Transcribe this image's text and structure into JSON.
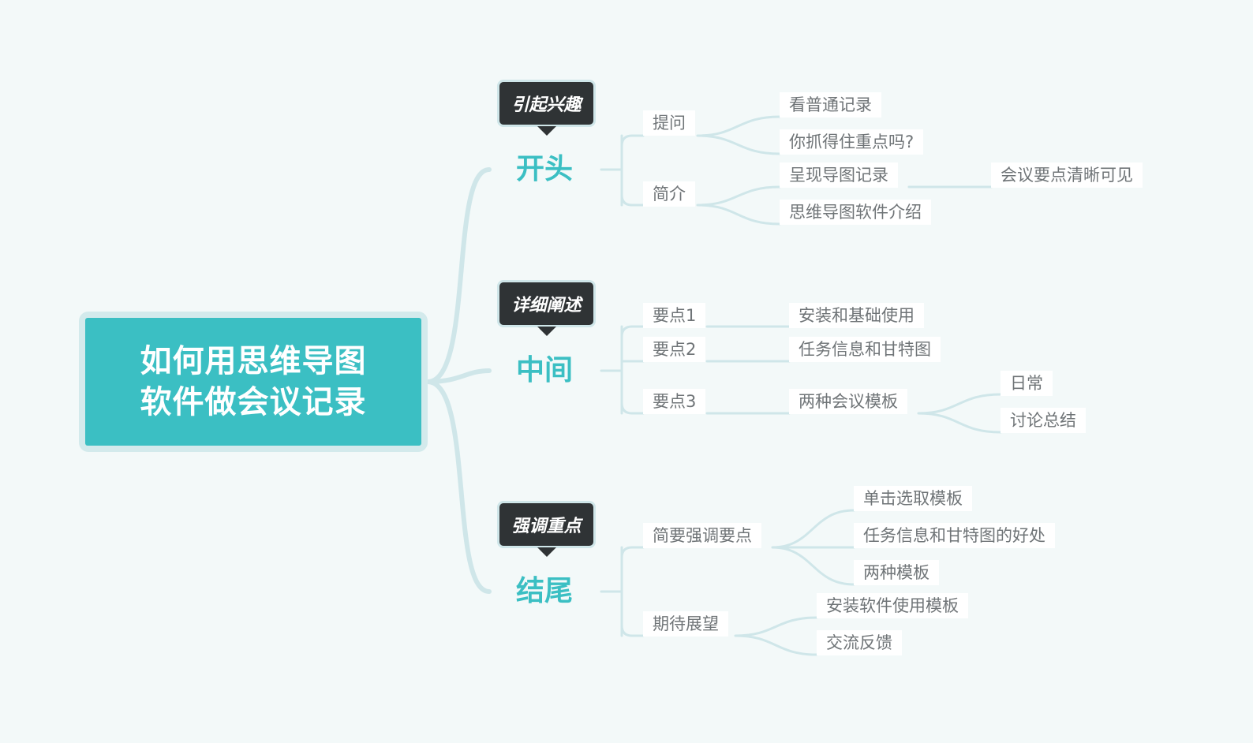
{
  "root": {
    "title": "如何用思维导图\n软件做会议记录"
  },
  "branches": [
    {
      "label": "开头",
      "tag": "引起兴趣",
      "items": [
        {
          "label": "提问",
          "children": [
            "看普通记录",
            "你抓得住重点吗?"
          ]
        },
        {
          "label": "简介",
          "children": [
            "呈现导图记录",
            "思维导图软件介绍"
          ],
          "grandchild": "会议要点清晰可见"
        }
      ]
    },
    {
      "label": "中间",
      "tag": "详细阐述",
      "items": [
        {
          "label": "要点1",
          "children": [
            "安装和基础使用"
          ]
        },
        {
          "label": "要点2",
          "children": [
            "任务信息和甘特图"
          ]
        },
        {
          "label": "要点3",
          "children": [
            "两种会议模板"
          ],
          "grandchildren": [
            "日常",
            "讨论总结"
          ]
        }
      ]
    },
    {
      "label": "结尾",
      "tag": "强调重点",
      "items": [
        {
          "label": "简要强调要点",
          "children": [
            "单击选取模板",
            "任务信息和甘特图的好处",
            "两种模板"
          ]
        },
        {
          "label": "期待展望",
          "children": [
            "安装软件使用模板",
            "交流反馈"
          ]
        }
      ]
    }
  ],
  "colors": {
    "background": "#f3f9f9",
    "root_fill": "#3bbfc3",
    "root_border": "#d3eaec",
    "branch_text": "#3bbfc3",
    "callout_fill": "#2f3335",
    "connector": "#cfe6e9",
    "node_text": "#6f7477"
  }
}
